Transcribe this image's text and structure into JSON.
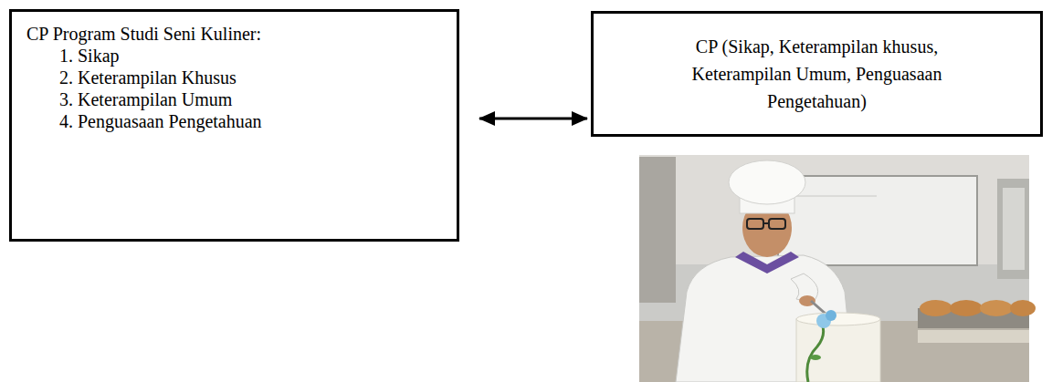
{
  "diagram": {
    "nodes": [
      {
        "text": [
          "CP Program Studi Seni Kuliner:",
          "1. Sikap",
          "2. Keterampilan Khusus",
          "3. Keterampilan Umum",
          "4. Penguasaan Pengetahuan"
        ]
      },
      {
        "text": [
          "CP (Sikap, Keterampilan khusus, Keterampilan Umum, Penguasaan Pengetahuan)"
        ]
      }
    ],
    "edges": [
      {
        "from": 0,
        "to": 1,
        "arrow": "both"
      }
    ]
  }
}
